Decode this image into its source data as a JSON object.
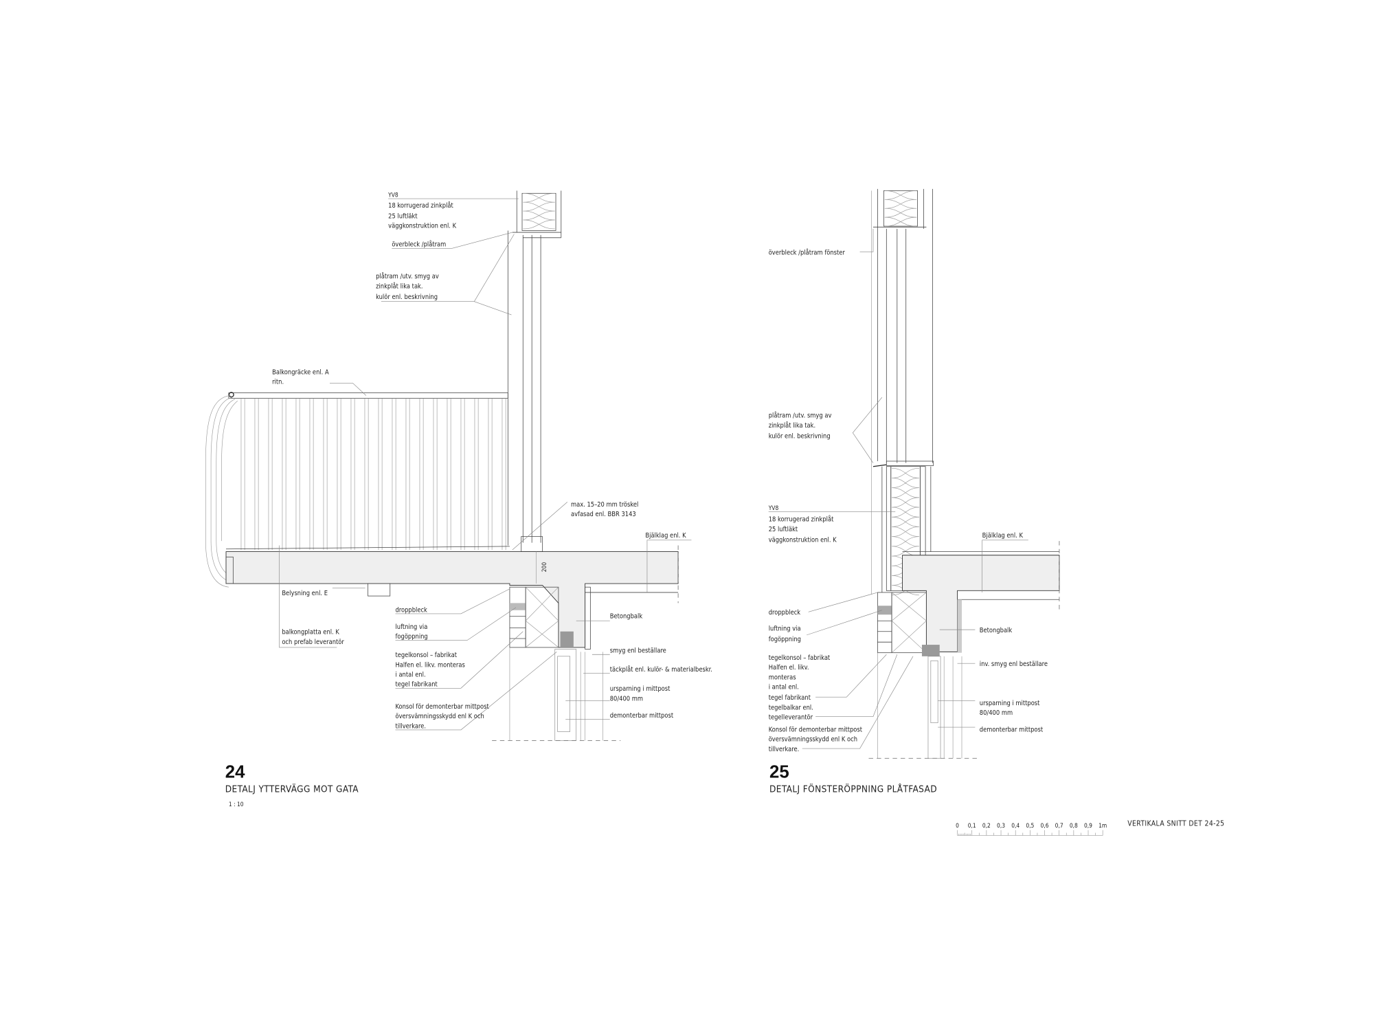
{
  "details": [
    {
      "number": "24",
      "title": "DETALJ YTTERVÄGG MOT GATA",
      "scale": "1 : 10",
      "dimension": "200",
      "labels": {
        "yv8": [
          "YV8",
          "18 korrugerad zinkplåt",
          "25 luftläkt",
          "väggkonstruktion enl. K"
        ],
        "overbleck": [
          "överbleck /plåtram"
        ],
        "platram": [
          "plåtram /utv. smyg av",
          "zinkplåt lika tak.",
          "kulör enl. beskrivning"
        ],
        "balkongracke": [
          "Balkongräcke enl. A",
          "ritn."
        ],
        "troskel": [
          "max. 15–20 mm tröskel",
          "avfasad enl. BBR 3143"
        ],
        "bjalklag": [
          "Bjälklag enl. K"
        ],
        "belysning": [
          "Belysning enl. E"
        ],
        "balkongplatta": [
          "balkongplatta enl. K",
          "och prefab leverantör"
        ],
        "droppbleck": [
          "droppbleck"
        ],
        "luftning": [
          "luftning via",
          "fogöppning"
        ],
        "tegelkonsol": [
          "tegelkonsol – fabrikat",
          "Halfen el. likv. monteras",
          "i antal enl.",
          "tegel fabrikant"
        ],
        "konsol": [
          "Konsol för demonterbar mittpost",
          "översvämningsskydd enl K och",
          "tillverkare."
        ],
        "betongbalk": [
          "Betongbalk"
        ],
        "smyg": [
          "smyg enl beställare"
        ],
        "tackplat": [
          "täckplåt enl. kulör- & materialbeskr."
        ],
        "ursparning": [
          "ursparning i mittpost",
          "80/400 mm"
        ],
        "mittpost": [
          "demonterbar mittpost"
        ]
      }
    },
    {
      "number": "25",
      "title": "DETALJ FÖNSTERÖPPNING PLÅTFASAD",
      "labels": {
        "overbleck": [
          "överbleck /plåtram fönster"
        ],
        "platram": [
          "plåtram /utv. smyg av",
          "zinkplåt lika tak.",
          "kulör enl. beskrivning"
        ],
        "yv8": [
          "YV8",
          "18 korrugerad zinkplåt",
          "25 luftläkt",
          "väggkonstruktion enl. K"
        ],
        "bjalklag": [
          "Bjälklag enl. K"
        ],
        "droppbleck": [
          "droppbleck"
        ],
        "luftning": [
          "luftning via",
          "fogöppning"
        ],
        "tegelkonsol": [
          "tegelkonsol – fabrikat",
          "Halfen el. likv.",
          "monteras",
          "i antal enl.",
          "tegel fabrikant",
          "tegelbalkar enl.",
          "tegelleverantör"
        ],
        "konsol": [
          "Konsol för demonterbar mittpost",
          "översvämningsskydd enl K och",
          "tillverkare."
        ],
        "betongbalk": [
          "Betongbalk"
        ],
        "smyg": [
          "inv. smyg enl beställare"
        ],
        "ursparning": [
          "ursparning i mittpost",
          "80/400 mm"
        ],
        "mittpost": [
          "demonterbar mittpost"
        ]
      }
    }
  ],
  "scale_bar": {
    "ticks": [
      "0",
      "0,1",
      "0,2",
      "0,3",
      "0,4",
      "0,5",
      "0,6",
      "0,7",
      "0,8",
      "0,9",
      "1m"
    ]
  },
  "sheet_title": "VERTIKALA SNITT  DET 24-25"
}
